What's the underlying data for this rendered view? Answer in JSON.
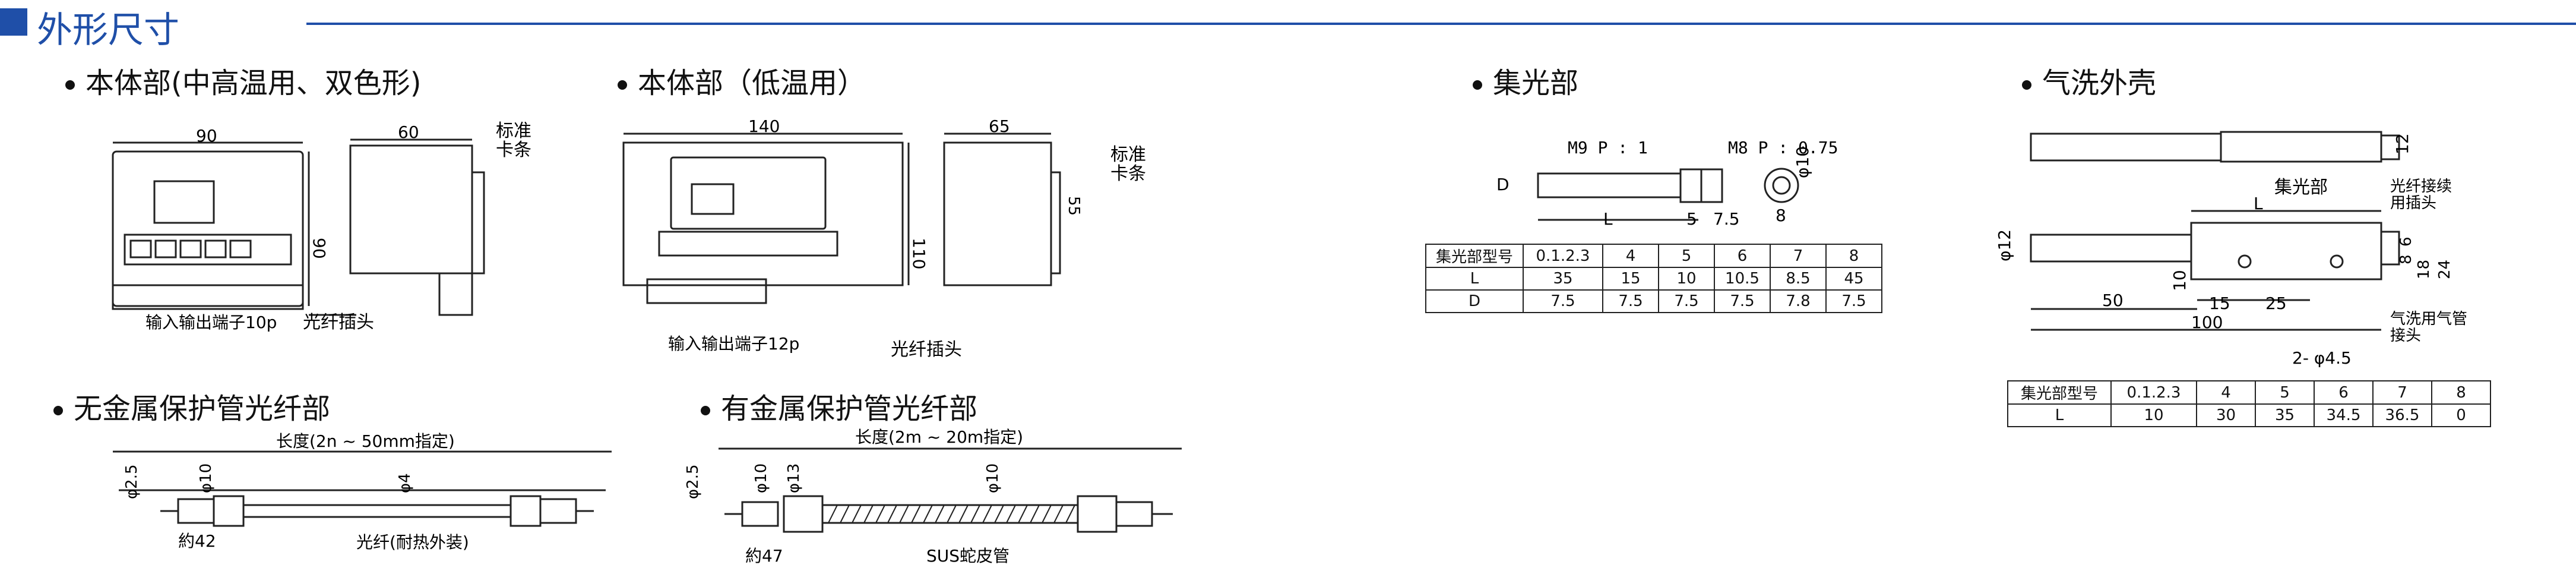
{
  "header": {
    "title": "外形尺寸"
  },
  "sections": {
    "body_mid_high": "本体部(中高温用、双色形)",
    "body_low": "本体部（低温用）",
    "collector": "集光部",
    "air_purge": "气洗外壳",
    "no_metal": "无金属保护管光纤部",
    "with_metal": "有金属保护管光纤部"
  },
  "body_mid_high": {
    "dim_width": "90",
    "dim_height": "90",
    "dim_depth": "60",
    "std_rail_1": "标准",
    "std_rail_2": "卡条",
    "terminal": "输入输出端子10p",
    "fiber_plug": "光纤插头"
  },
  "body_low": {
    "dim_width": "140",
    "dim_height": "110",
    "dim_depth": "65",
    "dim_55": "55",
    "std_rail_1": "标准",
    "std_rail_2": "卡条",
    "terminal": "输入输出端子12p",
    "fiber_plug": "光纤插头"
  },
  "collector": {
    "thread_a": "M9 P : 1",
    "thread_b": "M8 P : 0.75",
    "dim_d": "D",
    "dim_l": "L",
    "dim_5": "5",
    "dim_75": "7.5",
    "dim_phi10": "φ10",
    "dim_8": "8",
    "table": {
      "header": [
        "集光部型号",
        "0.1.2.3",
        "4",
        "5",
        "6",
        "7",
        "8"
      ],
      "rows": [
        [
          "L",
          "35",
          "15",
          "10",
          "10.5",
          "8.5",
          "45"
        ],
        [
          "D",
          "7.5",
          "7.5",
          "7.5",
          "7.5",
          "7.8",
          "7.5"
        ]
      ]
    }
  },
  "air_purge": {
    "dim_12_top": "12",
    "label_collector": "集光部",
    "label_fiber_joint_1": "光纤接续",
    "label_fiber_joint_2": "用插头",
    "dim_l": "L",
    "dim_phi12": "φ12",
    "dim_10": "10",
    "dim_6": "6",
    "dim_8": "8",
    "dim_18": "18",
    "dim_24": "24",
    "dim_50": "50",
    "dim_15": "15",
    "dim_25": "25",
    "dim_100": "100",
    "label_air_joint_1": "气洗用气管",
    "label_air_joint_2": "接头",
    "dim_holes": "2- φ4.5",
    "table": {
      "header": [
        "集光部型号",
        "0.1.2.3",
        "4",
        "5",
        "6",
        "7",
        "8"
      ],
      "rows": [
        [
          "L",
          "10",
          "30",
          "35",
          "34.5",
          "36.5",
          "0"
        ]
      ]
    }
  },
  "no_metal": {
    "length": "长度(2n ~ 50mm指定)",
    "dim_phi25": "φ2.5",
    "dim_phi10": "φ10",
    "dim_phi4": "φ4",
    "dim_42": "約42",
    "fiber": "光纤(耐热外装)"
  },
  "with_metal": {
    "length": "长度(2m ~ 20m指定)",
    "dim_phi25": "φ2.5",
    "dim_phi10": "φ10",
    "dim_phi13": "φ13",
    "dim_phi10b": "φ10",
    "dim_47": "約47",
    "tube": "SUS蛇皮管"
  }
}
